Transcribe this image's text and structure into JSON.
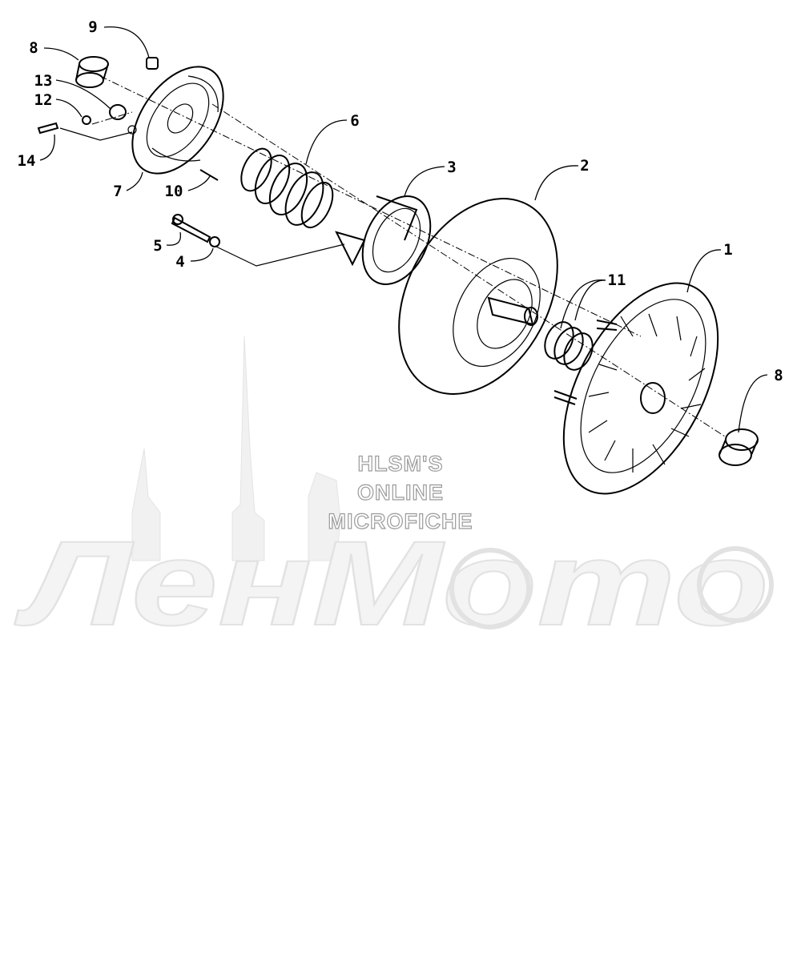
{
  "watermark": {
    "lines": [
      "HLSM'S",
      "ONLINE",
      "MICROFICHE"
    ],
    "logo_text": "ЛенМото"
  },
  "callouts": [
    {
      "id": "c1",
      "label": "1"
    },
    {
      "id": "c2",
      "label": "2"
    },
    {
      "id": "c3",
      "label": "3"
    },
    {
      "id": "c4",
      "label": "4"
    },
    {
      "id": "c5",
      "label": "5"
    },
    {
      "id": "c6",
      "label": "6"
    },
    {
      "id": "c7",
      "label": "7"
    },
    {
      "id": "c8a",
      "label": "8"
    },
    {
      "id": "c8b",
      "label": "8"
    },
    {
      "id": "c9",
      "label": "9"
    },
    {
      "id": "c10",
      "label": "10"
    },
    {
      "id": "c11",
      "label": "11"
    },
    {
      "id": "c12",
      "label": "12"
    },
    {
      "id": "c13",
      "label": "13"
    },
    {
      "id": "c14",
      "label": "14"
    }
  ]
}
